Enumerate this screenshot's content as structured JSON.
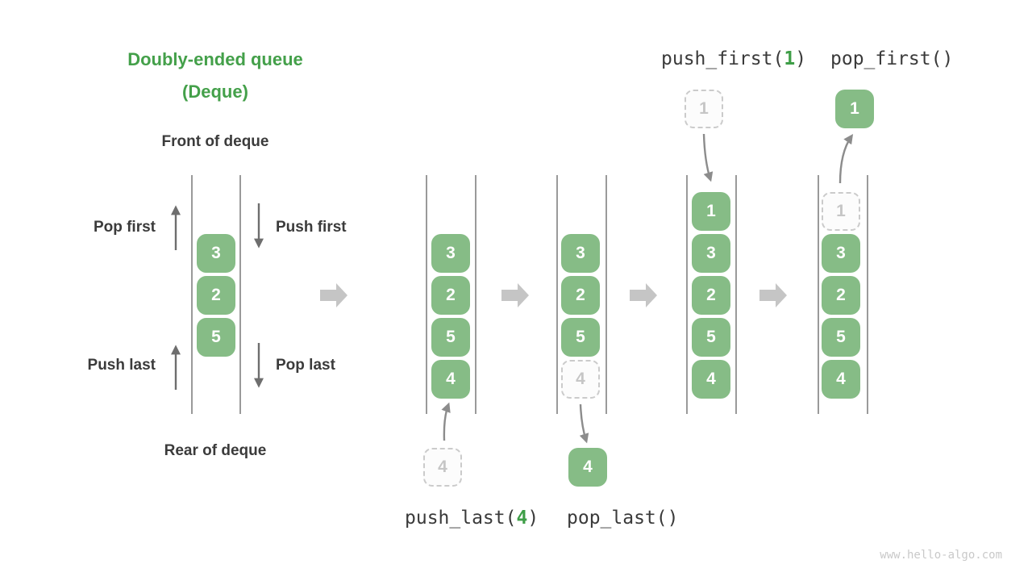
{
  "title": {
    "line1": "Doubly-ended queue",
    "line2": "(Deque)"
  },
  "labels": {
    "front": "Front of deque",
    "rear": "Rear of deque",
    "pop_first": "Pop first",
    "push_first": "Push first",
    "push_last": "Push last",
    "pop_last": "Pop last"
  },
  "code_labels": {
    "push_first": {
      "prefix": "push_first(",
      "arg": "1",
      "suffix": ")"
    },
    "pop_first": "pop_first()",
    "push_last": {
      "prefix": "push_last(",
      "arg": "4",
      "suffix": ")"
    },
    "pop_last": "pop_last()"
  },
  "queues": {
    "initial": {
      "cells": [
        "3",
        "2",
        "5"
      ]
    },
    "push_last_step": {
      "cells": [
        "3",
        "2",
        "5",
        "4"
      ],
      "external": "4"
    },
    "pop_last_step": {
      "cells": [
        "3",
        "2",
        "5"
      ],
      "ghost": "4",
      "external": "4"
    },
    "push_first_step": {
      "cells": [
        "1",
        "3",
        "2",
        "5",
        "4"
      ],
      "external": "1"
    },
    "pop_first_step": {
      "cells": [
        "3",
        "2",
        "5",
        "4"
      ],
      "ghost": "1",
      "external": "1"
    }
  },
  "watermark": "www.hello-algo.com",
  "colors": {
    "box_green": "#86bc86",
    "accent_green": "#3e9e47",
    "title_green": "#44a04a",
    "thin_arrow_gray": "#6e6e6e",
    "curved_arrow_gray": "#8c8c8c",
    "transition_arrow_gray": "#c5c5c5",
    "line_gray": "#9a9a9a",
    "text_dark": "#3b3b3b"
  }
}
